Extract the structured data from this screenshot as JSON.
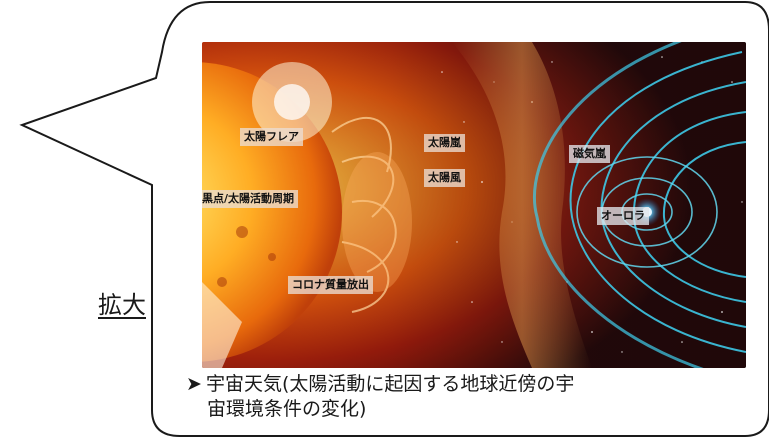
{
  "link": {
    "label": "拡大"
  },
  "image": {
    "labels": {
      "solar_flare": "太陽フレア",
      "sunspot_cycle": "黒点/太陽活動周期",
      "cme": "コロナ質量放出",
      "solar_storm": "太陽嵐",
      "solar_wind": "太陽風",
      "magnetic_storm": "磁気嵐",
      "aurora": "オーロラ"
    }
  },
  "caption": {
    "bullet": "➤",
    "line1": "宇宙天気(太陽活動に起因する地球近傍の宇",
    "line2": "宙環境条件の変化)"
  },
  "colors": {
    "bubble_stroke": "#1a1a1a",
    "sun_core": "#ffd24a",
    "sun_edge": "#e0600c",
    "space": "#0a0a14",
    "magnetosphere": "#3ec8e6"
  }
}
